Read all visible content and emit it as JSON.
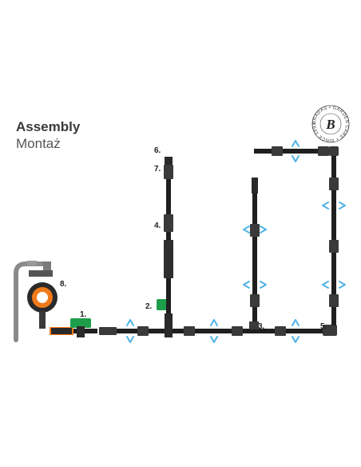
{
  "heading": {
    "title": "Assembly",
    "subtitle": "Montaż"
  },
  "logo": {
    "letter": "B",
    "ring_text": "BRADAS • GARDEN CARE • SINCE 1993 •"
  },
  "steps": [
    {
      "number": "1."
    },
    {
      "number": "2."
    },
    {
      "number": "3."
    },
    {
      "number": "4."
    },
    {
      "number": "5."
    },
    {
      "number": "6."
    },
    {
      "number": "7."
    },
    {
      "number": "8."
    }
  ],
  "colors": {
    "pipe": "#1f1f1f",
    "connector": "#3a3a3a",
    "arrow": "#4fb3e6",
    "valve": "#1e9e4a",
    "timer": "#f07a1a",
    "faucet": "#8a8a8a"
  }
}
